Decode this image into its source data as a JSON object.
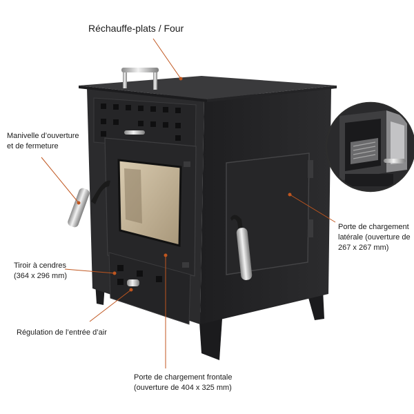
{
  "labels": {
    "warmer": "Réchauffe-plats / Four",
    "crank_line1": "Manivelle d’ouverture",
    "crank_line2": "et de fermeture",
    "side_door_line1": "Porte de chargement",
    "side_door_line2": "latérale (ouverture de",
    "side_door_line3": "267 x 267 mm)",
    "ash_line1": "Tiroir à cendres",
    "ash_line2": "(364 x 296 mm)",
    "air": "Régulation de l’entrée d’air",
    "front_door_line1": "Porte de chargement frontale",
    "front_door_line2": "(ouverture de 404 x 325 mm)"
  },
  "colors": {
    "leader": "#c0561f",
    "stove_front": "#2b2b2d",
    "stove_side": "#222224",
    "stove_top": "#3a3a3c",
    "steel": "#c9c9c9",
    "firebox": "#c9b89a"
  }
}
